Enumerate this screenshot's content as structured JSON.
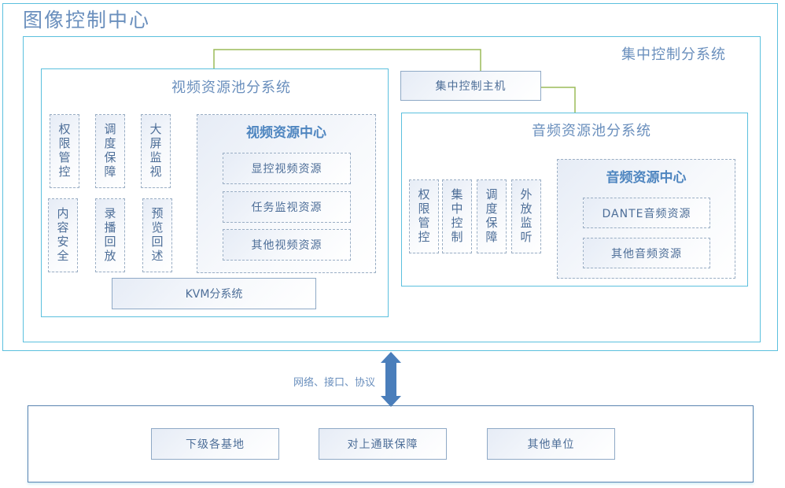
{
  "title": "图像控制中心",
  "central_control": {
    "label": "集中控制分系统",
    "host_label": "集中控制主机"
  },
  "video_pool": {
    "title": "视频资源池分系统",
    "modules": [
      "权限管控",
      "调度保障",
      "大屏监视",
      "内容安全",
      "录播回放",
      "预览回述"
    ],
    "resource_center": {
      "title": "视频资源中心",
      "items": [
        "显控视频资源",
        "任务监视资源",
        "其他视频资源"
      ]
    },
    "kvm_label": "KVM分系统"
  },
  "audio_pool": {
    "title": "音频资源池分系统",
    "modules": [
      "权限管控",
      "集中控制",
      "调度保障",
      "外放监听"
    ],
    "resource_center": {
      "title": "音频资源中心",
      "items": [
        "DANTE音频资源",
        "其他音频资源"
      ]
    }
  },
  "link": {
    "label": "网络、接口、协议",
    "icon": "double-arrow-icon"
  },
  "external": {
    "items": [
      "下级各基地",
      "对上通联保障",
      "其他单位"
    ]
  },
  "colors": {
    "frame": "#5bc0de",
    "connector": "#9bbb59",
    "arrow": "#4a7ebb",
    "text": "#5a82b0"
  }
}
